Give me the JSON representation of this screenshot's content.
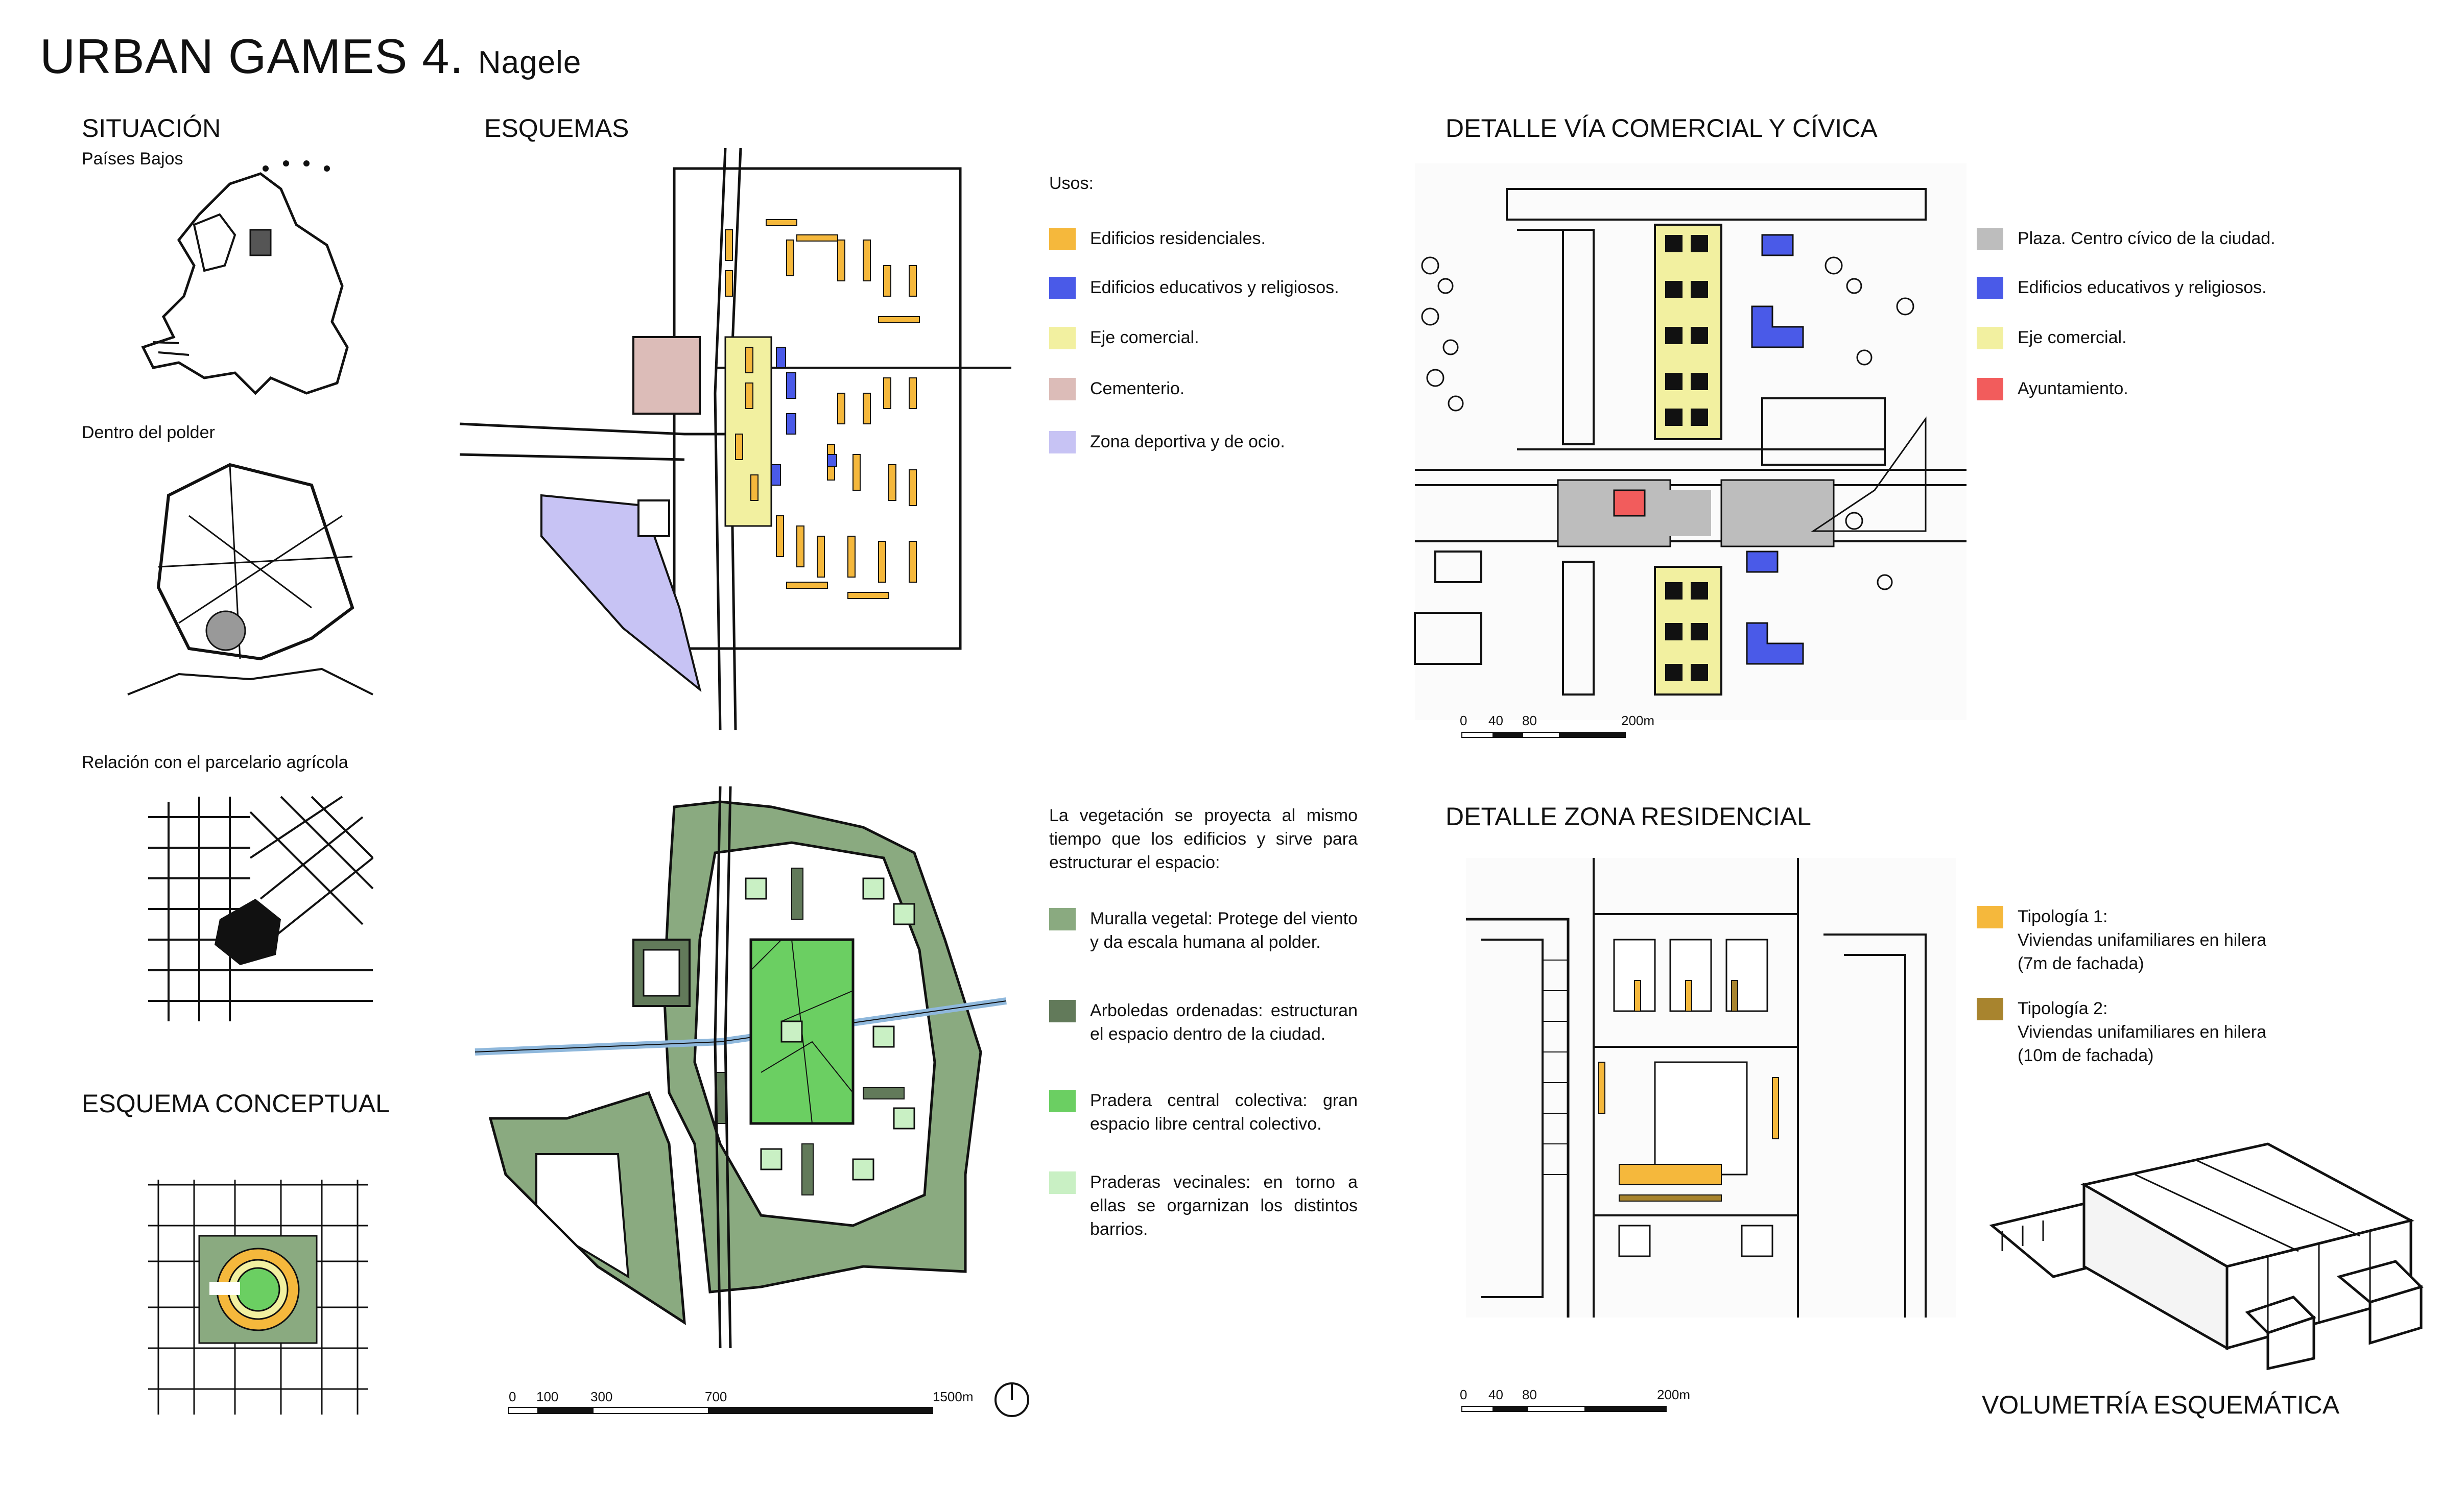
{
  "header": {
    "title": "URBAN GAMES 4.",
    "subtitle": "Nagele"
  },
  "situacion": {
    "title": "SITUACIÓN",
    "caption1": "Países Bajos",
    "caption2": "Dentro del polder",
    "caption3": "Relación con el parcelario agrícola"
  },
  "conceptual": {
    "title": "ESQUEMA CONCEPTUAL"
  },
  "esquemas": {
    "title": "ESQUEMAS",
    "usos_label": "Usos:",
    "usos": [
      {
        "label": "Edificios residenciales.",
        "color": "#f5b83c"
      },
      {
        "label": "Edificios educativos y religiosos.",
        "color": "#4a5ae8"
      },
      {
        "label": "Eje comercial.",
        "color": "#f2f0a0"
      },
      {
        "label": "Cementerio.",
        "color": "#dcbcb8"
      },
      {
        "label": "Zona deportiva y de ocio.",
        "color": "#c7c3f4"
      }
    ],
    "veg_intro": "La vegetación se proyecta al mismo tiempo que los edificios y sirve para estructurar el espacio:",
    "veg": [
      {
        "label": "Muralla vegetal: Protege del viento y da escala humana al polder.",
        "color": "#8aaa80"
      },
      {
        "label": "Arboledas ordenadas: estructu­ran el espacio dentro de la ciudad.",
        "color": "#627a5a"
      },
      {
        "label": "Pradera central colectiva: gran espacio libre central colectivo.",
        "color": "#6bcf62"
      },
      {
        "label": "Praderas vecinales: en torno a ellas se orgarnizan los distintos barrios.",
        "color": "#c9f0c4"
      }
    ],
    "scale": [
      "0",
      "100",
      "300",
      "700",
      "1500m"
    ]
  },
  "detalle_via": {
    "title": "DETALLE VÍA COMERCIAL Y CÍVICA",
    "legend": [
      {
        "label": "Plaza. Centro cívico de la ciudad.",
        "color": "#bdbdbd"
      },
      {
        "label": "Edificios educativos y religiosos.",
        "color": "#4a5ae8"
      },
      {
        "label": "Eje comercial.",
        "color": "#f2f0a0"
      },
      {
        "label": "Ayuntamiento.",
        "color": "#f25c5c"
      }
    ],
    "scale": [
      "0",
      "40",
      "80",
      "200m"
    ]
  },
  "detalle_res": {
    "title": "DETALLE ZONA RESIDENCIAL",
    "tipo1_title": "Tipología 1:",
    "tipo1_desc1": "Viviendas unifamiliares en hilera",
    "tipo1_desc2": "(7m de fachada)",
    "tipo1_color": "#f5b83c",
    "tipo2_title": "Tipología 2:",
    "tipo2_desc1": "Viviendas unifamiliares en hilera",
    "tipo2_desc2": "(10m de fachada)",
    "tipo2_color": "#a8842e",
    "scale": [
      "0",
      "40",
      "80",
      "200m"
    ]
  },
  "volumetria": {
    "title": "VOLUMETRÍA ESQUEMÁTICA"
  }
}
